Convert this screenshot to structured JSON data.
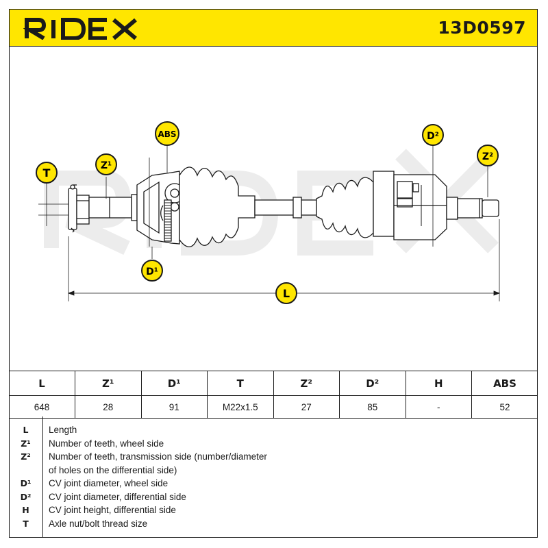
{
  "brand": {
    "name": "RIDEX"
  },
  "part_number": "13D0597",
  "colors": {
    "accent": "#ffe600",
    "ink": "#1a1a1a",
    "watermark": "#ececec"
  },
  "watermark": "RIDEX",
  "diagram": {
    "badges": {
      "T": "T",
      "Z1": "Z¹",
      "ABS": "ABS",
      "D1": "D¹",
      "D2": "D²",
      "Z2": "Z²",
      "L": "L"
    }
  },
  "specs": {
    "headers": [
      "L",
      "Z¹",
      "D¹",
      "T",
      "Z²",
      "D²",
      "H",
      "ABS"
    ],
    "values": [
      "648",
      "28",
      "91",
      "M22x1.5",
      "27",
      "85",
      "-",
      "52"
    ]
  },
  "legend": [
    {
      "key": "L",
      "text": "Length"
    },
    {
      "key": "Z¹",
      "text": "Number of teeth, wheel side"
    },
    {
      "key": "Z²",
      "text": "Number of teeth, transmission side (number/diameter"
    },
    {
      "key": "",
      "text": "of holes on the differential side)"
    },
    {
      "key": "D¹",
      "text": "CV joint diameter, wheel side"
    },
    {
      "key": "D²",
      "text": "CV joint diameter, differential side"
    },
    {
      "key": "H",
      "text": "CV joint height, differential side"
    },
    {
      "key": "T",
      "text": "Axle nut/bolt thread size"
    }
  ]
}
